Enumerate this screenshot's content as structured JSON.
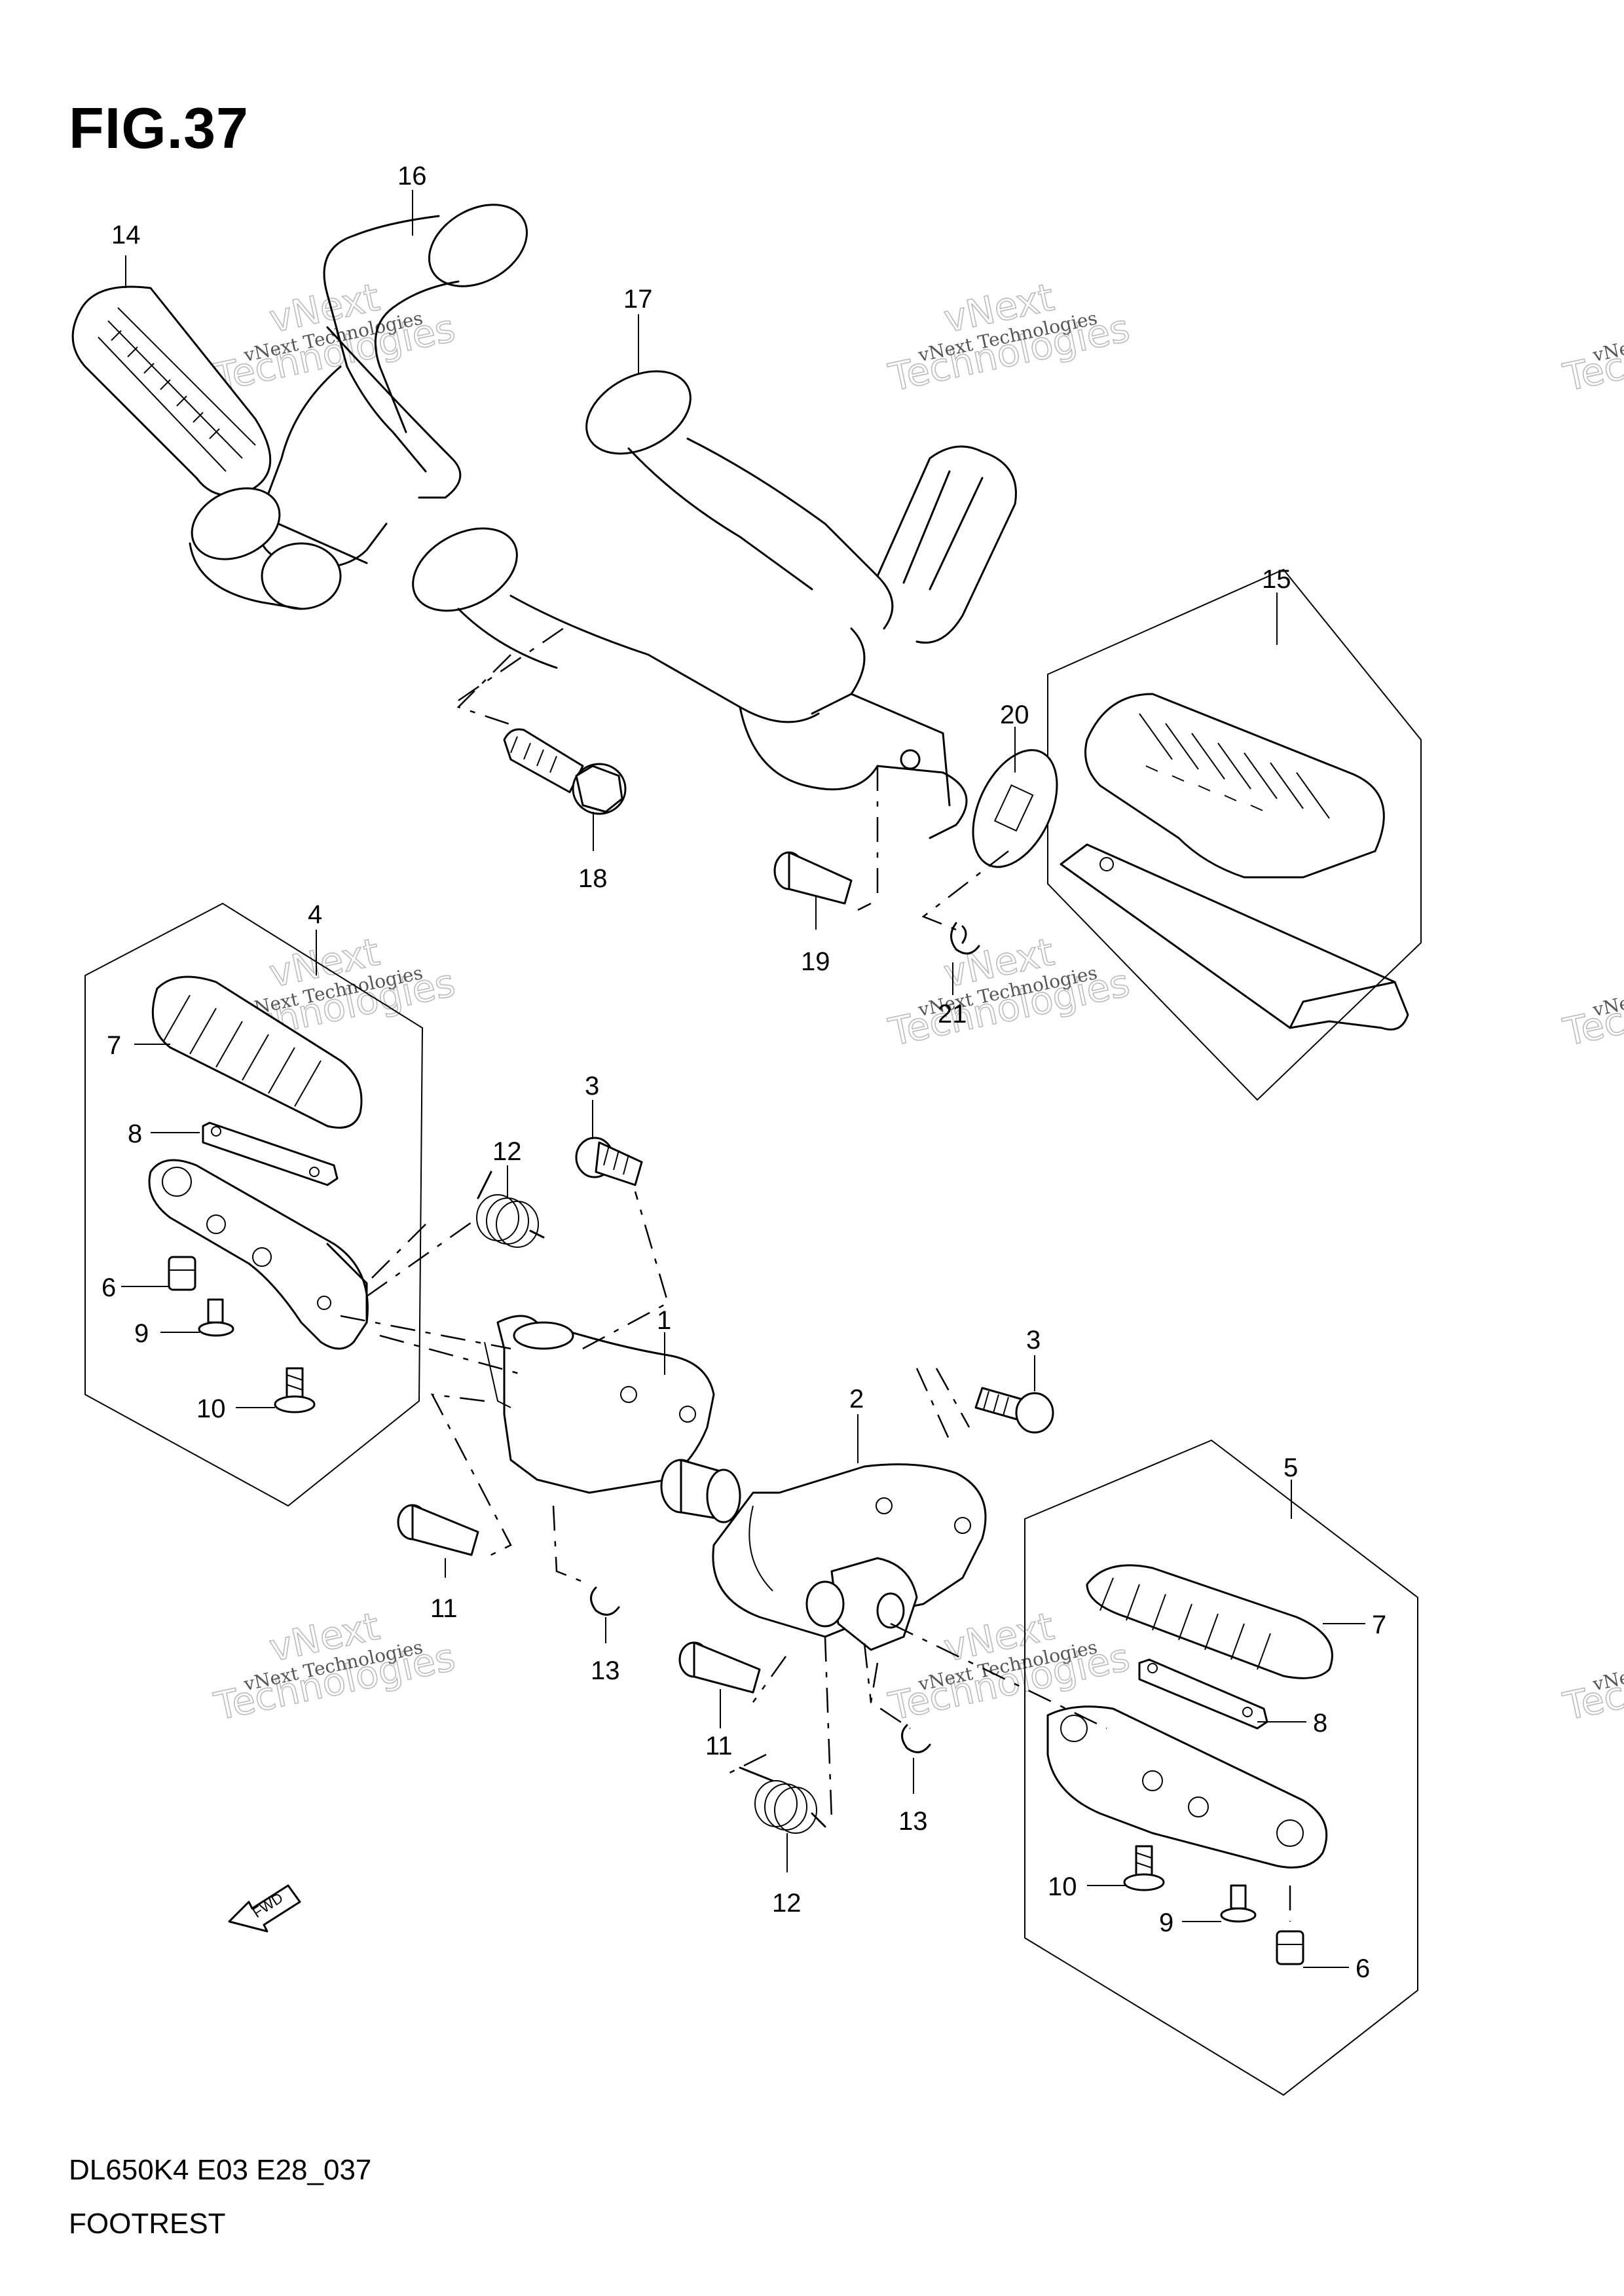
{
  "figure": {
    "title": "FIG.37",
    "model_code": "DL650K4 E03 E28_037",
    "section_name": "FOOTREST"
  },
  "watermark": {
    "line1": "vNext Technologies",
    "line2": "Technologies",
    "line3": "vNext"
  },
  "fwd_label": "FWD",
  "callouts": [
    "14",
    "16",
    "17",
    "15",
    "20",
    "18",
    "19",
    "21",
    "4",
    "7",
    "8",
    "6",
    "9",
    "10",
    "3",
    "12",
    "1",
    "11",
    "13",
    "2",
    "3",
    "5",
    "7",
    "8",
    "11",
    "13",
    "12",
    "10",
    "9",
    "6"
  ]
}
